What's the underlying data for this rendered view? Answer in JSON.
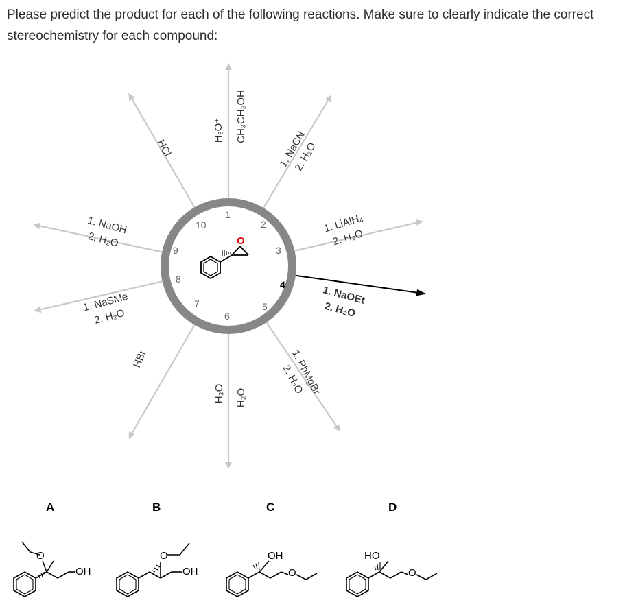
{
  "question": {
    "line1": "Please predict the product for each of the following reactions. Make sure to clearly indicate the correct",
    "line2": "stereochemistry for each compound:"
  },
  "wheel": {
    "center_atom": "O",
    "active_position": "4",
    "positions": [
      {
        "id": "p1",
        "number": "1",
        "lines": [
          "CH₃CH₂OH"
        ],
        "active": false
      },
      {
        "id": "p2",
        "number": "2",
        "lines": [
          "1. NaCN",
          "2. H₂O"
        ],
        "active": false
      },
      {
        "id": "p3",
        "number": "3",
        "lines": [
          "1. LiAlH₄",
          "2. H₂O"
        ],
        "active": false
      },
      {
        "id": "p4",
        "number": "4",
        "lines": [
          "1. NaOEt",
          "2. H₂O"
        ],
        "active": true
      },
      {
        "id": "p5",
        "number": "5",
        "lines": [
          "1. PhMgBr",
          "2. H₂O"
        ],
        "active": false
      },
      {
        "id": "p6",
        "number": "6",
        "lines": [
          "H₂O"
        ],
        "active": false
      },
      {
        "id": "p7",
        "number": "7",
        "lines": [
          "H₃O⁺"
        ],
        "active": false
      },
      {
        "id": "p8",
        "number": "8",
        "lines": [
          "HBr"
        ],
        "active": false
      },
      {
        "id": "p9",
        "number": "9",
        "lines": [
          "1. NaSMe",
          "2. H₂O"
        ],
        "active": false
      },
      {
        "id": "p10",
        "number": "10",
        "lines": [
          "1. NaOH",
          "2. H₂O"
        ],
        "active": false
      },
      {
        "id": "p11",
        "number": "",
        "lines": [
          "HCl"
        ],
        "active": false
      },
      {
        "id": "p12",
        "number": "",
        "lines": [
          "H₃O⁺"
        ],
        "active": false
      }
    ],
    "colors": {
      "ring": "#878787",
      "arrow": "#c8c8c8",
      "active_arrow": "#000000",
      "active_label": "#1a1ad6",
      "atom_red": "#e00000"
    }
  },
  "choices": [
    {
      "letter": "A",
      "atoms": [
        "O",
        "OH"
      ]
    },
    {
      "letter": "B",
      "atoms": [
        "O",
        "OH"
      ]
    },
    {
      "letter": "C",
      "atoms": [
        "OH",
        "O"
      ]
    },
    {
      "letter": "D",
      "atoms": [
        "HO",
        "O"
      ]
    }
  ]
}
